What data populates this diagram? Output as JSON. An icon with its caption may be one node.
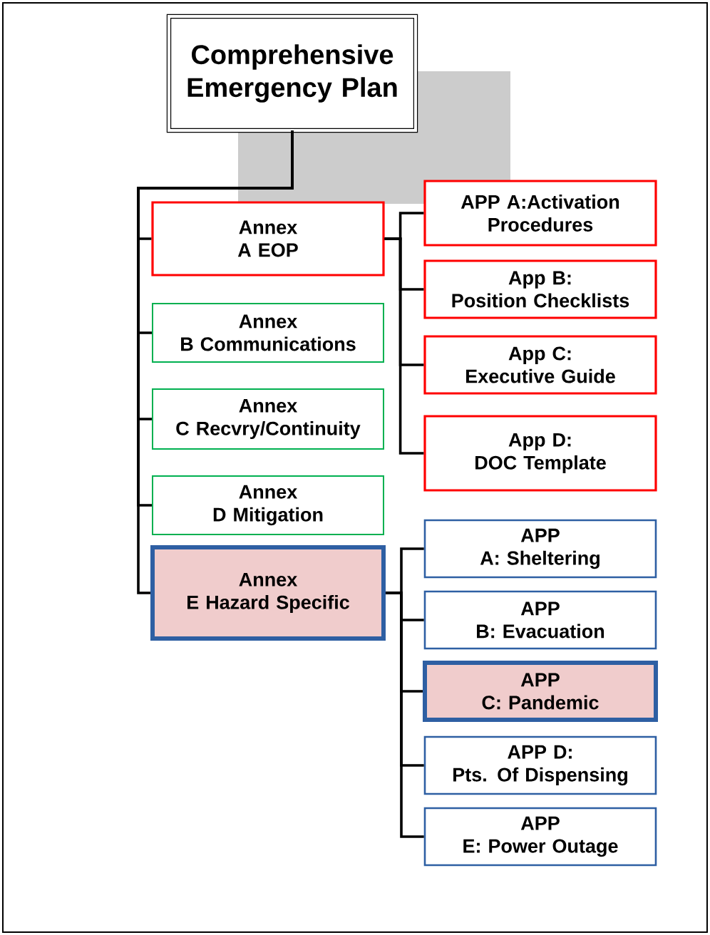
{
  "diagram": {
    "nodes": [
      {
        "text": [
          "Comprehensive Emergency Plan"
        ]
      },
      {
        "text": [
          "Annex A EOP"
        ]
      },
      {
        "text": [
          "Annex B Communications"
        ]
      },
      {
        "text": [
          "Annex C Recvry/Continuity"
        ]
      },
      {
        "text": [
          "Annex D Mitigation"
        ]
      },
      {
        "text": [
          "Annex E Hazard Specific"
        ]
      },
      {
        "text": [
          "APP A:Activation Procedures"
        ]
      },
      {
        "text": [
          "App B: Position Checklists"
        ]
      },
      {
        "text": [
          "App C: Executive Guide"
        ]
      },
      {
        "text": [
          "App D: DOC Template"
        ]
      },
      {
        "text": [
          "APP A: Sheltering"
        ]
      },
      {
        "text": [
          "APP B: Evacuation"
        ]
      },
      {
        "text": [
          "APP C: Pandemic"
        ]
      },
      {
        "text": [
          "APP D: Pts. Of Dispensing"
        ]
      },
      {
        "text": [
          "APP E: Power Outage"
        ]
      }
    ],
    "edges": [
      {
        "from": 0,
        "to": 1,
        "arrow": "none"
      },
      {
        "from": 0,
        "to": 2,
        "arrow": "none"
      },
      {
        "from": 0,
        "to": 3,
        "arrow": "none"
      },
      {
        "from": 0,
        "to": 4,
        "arrow": "none"
      },
      {
        "from": 0,
        "to": 5,
        "arrow": "none"
      },
      {
        "from": 1,
        "to": 6,
        "arrow": "none"
      },
      {
        "from": 1,
        "to": 7,
        "arrow": "none"
      },
      {
        "from": 1,
        "to": 8,
        "arrow": "none"
      },
      {
        "from": 1,
        "to": 9,
        "arrow": "none"
      },
      {
        "from": 5,
        "to": 10,
        "arrow": "none"
      },
      {
        "from": 5,
        "to": 11,
        "arrow": "none"
      },
      {
        "from": 5,
        "to": 12,
        "arrow": "none"
      },
      {
        "from": 5,
        "to": 13,
        "arrow": "none"
      },
      {
        "from": 5,
        "to": 14,
        "arrow": "none"
      }
    ]
  }
}
